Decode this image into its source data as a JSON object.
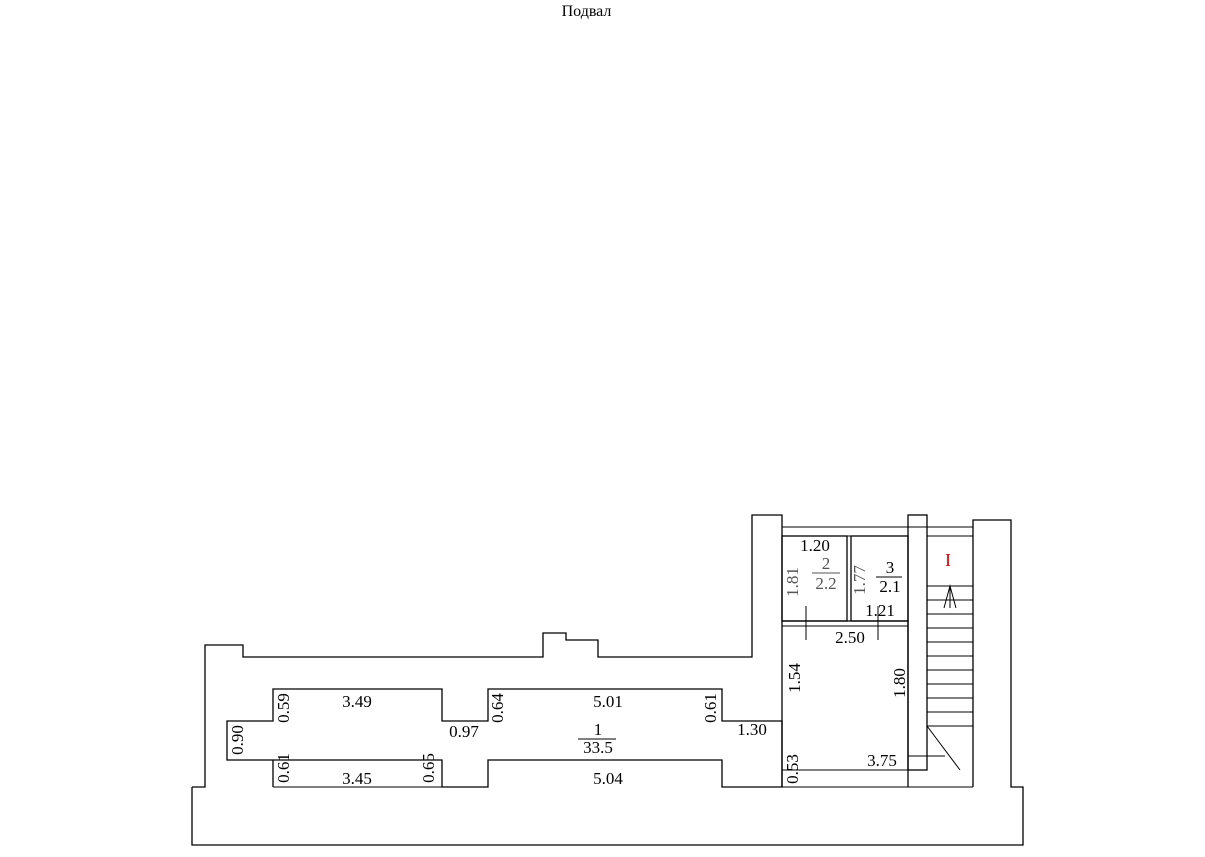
{
  "title": "Подвал",
  "rooms": [
    {
      "number": "1",
      "area": "33.5"
    },
    {
      "number": "2",
      "area": "2.2"
    },
    {
      "number": "3",
      "area": "2.1"
    }
  ],
  "stair": {
    "label": "I",
    "color": "#cc0000"
  },
  "dimensions": {
    "top_left": "3.49",
    "top_middle": "5.01",
    "bottom_left": "3.45",
    "bottom_middle": "5.04",
    "left_end": "0.90",
    "step_upper_left": "0.59",
    "step_lower_left": "0.61",
    "niche_bottom_height": "0.65",
    "niche_top_height": "0.64",
    "niche_width": "0.97",
    "right_step": "0.61",
    "corridor_width": "1.30",
    "hall_left": "1.54",
    "hall_right": "1.80",
    "hall_width": "2.50",
    "hall_bottom": "3.75",
    "right_bottom_step": "0.53",
    "room2_width": "1.20",
    "room2_height": "1.81",
    "room3_height": "1.77",
    "room3_width": "1.21"
  }
}
